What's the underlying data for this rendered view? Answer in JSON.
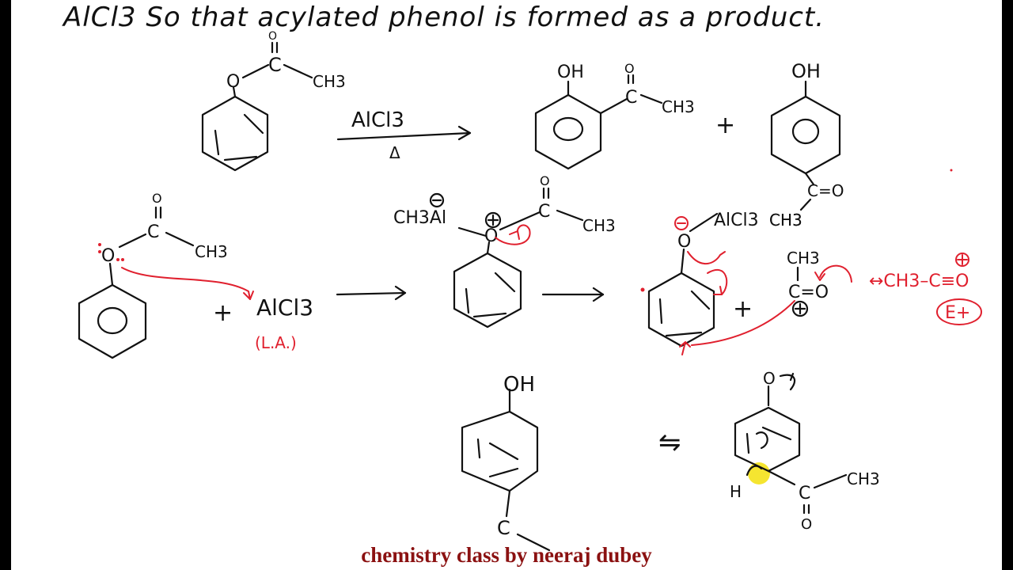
{
  "heading": "AlCl3  So that  acylated  phenol  is  formed  as  a  product.",
  "reaction1": {
    "reagent": "AlCl3",
    "condition": "Δ",
    "plus": "+"
  },
  "labels": {
    "O": "O",
    "C": "C",
    "CH3": "CH3",
    "OH": "OH",
    "C_eq_O": "C=O",
    "AlCl3": "AlCl3",
    "lewis_acid": "(L.A.)",
    "CH3Al": "CH3Al",
    "O_AlCl3": "O-AlCl3",
    "acylium": "↔CH3–C≡O",
    "electrophile": "E+",
    "H": "H",
    "plus": "+",
    "equilibrium": "⇋"
  },
  "watermark": "chemistry class by neeraj dubey",
  "colors": {
    "ink": "#111111",
    "red": "#e0202e",
    "watermark": "#8b1111",
    "highlight": "#f4e21a"
  }
}
